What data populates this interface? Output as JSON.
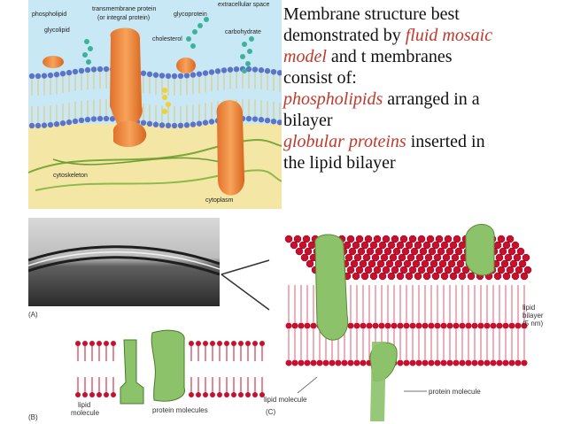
{
  "slide": {
    "line1": "Membrane structure  best",
    "line2_pre": "demonstrated by ",
    "line2_hl": "fluid mosaic",
    "line3_hl": "model",
    "line3_post": " and t membranes",
    "line4": "consist of:",
    "line5_hl": "phospholipids",
    "line5_post": " arranged in a",
    "line6": "bilayer",
    "line7_hl": "globular proteins",
    "line7_post": " inserted in",
    "line8": "the lipid bilayer"
  },
  "top_diagram": {
    "labels": {
      "phospholipid": "phospholipid",
      "glycolipid": "glycolipid",
      "transmembrane_1": "transmembrane protein",
      "transmembrane_2": "(or integral protein)",
      "glycoprotein": "glycoprotein",
      "extracellular": "extracellular space",
      "cholesterol": "cholesterol",
      "carbohydrate": "carbohydrate",
      "cytoskeleton": "cytoskeleton",
      "cytoplasm": "cytoplasm"
    }
  },
  "panel_a": {
    "tag": "(A)"
  },
  "panel_b": {
    "tag": "(B)",
    "lipid_1": "lipid",
    "lipid_2": "molecule",
    "proteins": "protein molecules"
  },
  "panel_c": {
    "tag": "(C)",
    "bilayer_1": "lipid",
    "bilayer_2": "bilayer",
    "bilayer_3": "(5 nm)",
    "lipid_molecule": "lipid molecule",
    "protein_molecule": "protein molecule"
  },
  "colors": {
    "highlight": "#c0392b",
    "protein_orange": "#f08a3a",
    "protein_green": "#8cc26a",
    "head_blue": "#5b74c9",
    "head_red": "#c8102e",
    "cytoplasm": "#f3e6a2",
    "extracellular": "#bfe3f4"
  }
}
